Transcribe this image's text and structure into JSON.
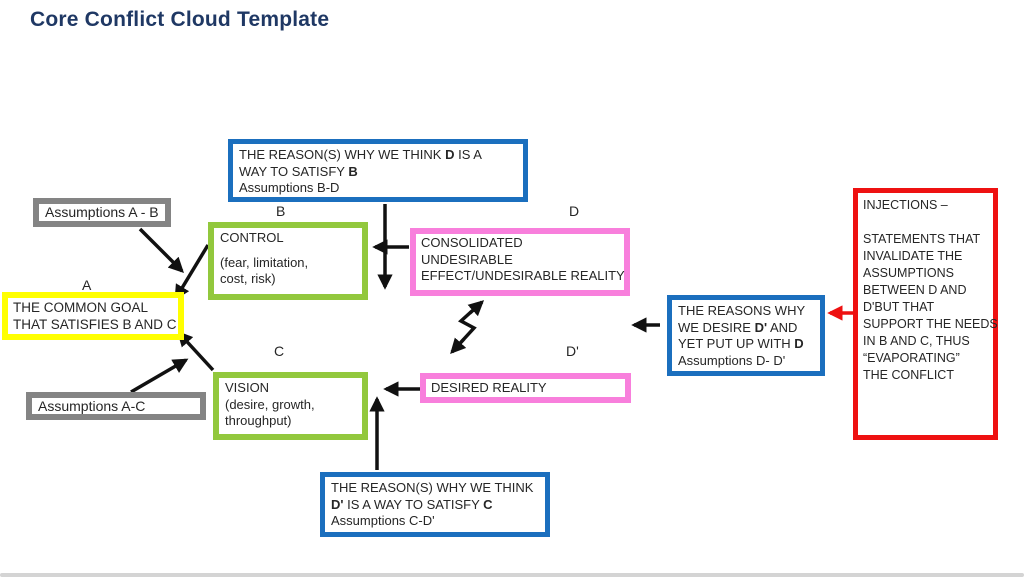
{
  "slide_title": "Core Conflict Cloud Template",
  "colors": {
    "title_text": "#1F3864",
    "blue_border": "#1B6FBE",
    "green_border": "#92C83D",
    "pink_border": "#F87FDC",
    "yellow_border": "#FFFF00",
    "red_border": "#EE1111",
    "gray_border": "#848484",
    "arrow_black": "#111111",
    "arrow_red": "#EE1111"
  },
  "labels": {
    "a": "A",
    "b": "B",
    "c": "C",
    "d": "D",
    "d_prime": "D'"
  },
  "boxes": {
    "assumptions_ab": {
      "text": "Assumptions A - B"
    },
    "assumptions_ac": {
      "text": "Assumptions A-C"
    },
    "reason_bd": {
      "lines": [
        [
          {
            "t": "THE REASON(S) WHY WE THINK "
          },
          {
            "t": "D",
            "b": 1
          },
          {
            "t": " IS A"
          }
        ],
        [
          {
            "t": "WAY TO SATISFY "
          },
          {
            "t": "B",
            "b": 1
          }
        ],
        [
          {
            "t": " Assumptions B-D"
          }
        ]
      ]
    },
    "control": {
      "lines": [
        "CONTROL",
        "",
        "(fear, limitation,",
        "cost, risk)"
      ]
    },
    "consolidated": {
      "lines": [
        "CONSOLIDATED",
        "UNDESIRABLE",
        "EFFECT/UNDESIRABLE REALITY"
      ]
    },
    "common_goal": {
      "lines": [
        "THE COMMON GOAL",
        "THAT SATISFIES B AND C"
      ]
    },
    "vision": {
      "lines": [
        "VISION",
        "(desire, growth,",
        "throughput)"
      ]
    },
    "desired_reality": {
      "text": "DESIRED REALITY"
    },
    "reasons_d_dprime": {
      "lines": [
        [
          {
            "t": "THE REASONS WHY"
          }
        ],
        [
          {
            "t": "WE DESIRE "
          },
          {
            "t": "D'",
            "b": 1
          },
          {
            "t": " AND"
          }
        ],
        [
          {
            "t": "YET PUT UP WITH "
          },
          {
            "t": "D",
            "b": 1
          }
        ],
        [
          {
            "t": "Assumptions D- D'"
          }
        ]
      ]
    },
    "reason_cd": {
      "lines": [
        [
          {
            "t": "THE REASON(S) WHY WE THINK"
          }
        ],
        [
          {
            "t": "D'",
            "b": 1
          },
          {
            "t": " IS A WAY TO SATISFY "
          },
          {
            "t": "C",
            "b": 1
          }
        ],
        [
          {
            "t": "Assumptions C-D'"
          }
        ]
      ]
    },
    "injections": {
      "lines": [
        "INJECTIONS –",
        " ",
        "STATEMENTS THAT",
        "INVALIDATE THE",
        "ASSUMPTIONS",
        "BETWEEN D AND",
        "D'BUT THAT",
        "SUPPORT THE NEEDS",
        "IN B AND C, THUS",
        "“EVAPORATING”",
        "THE CONFLICT"
      ]
    }
  }
}
